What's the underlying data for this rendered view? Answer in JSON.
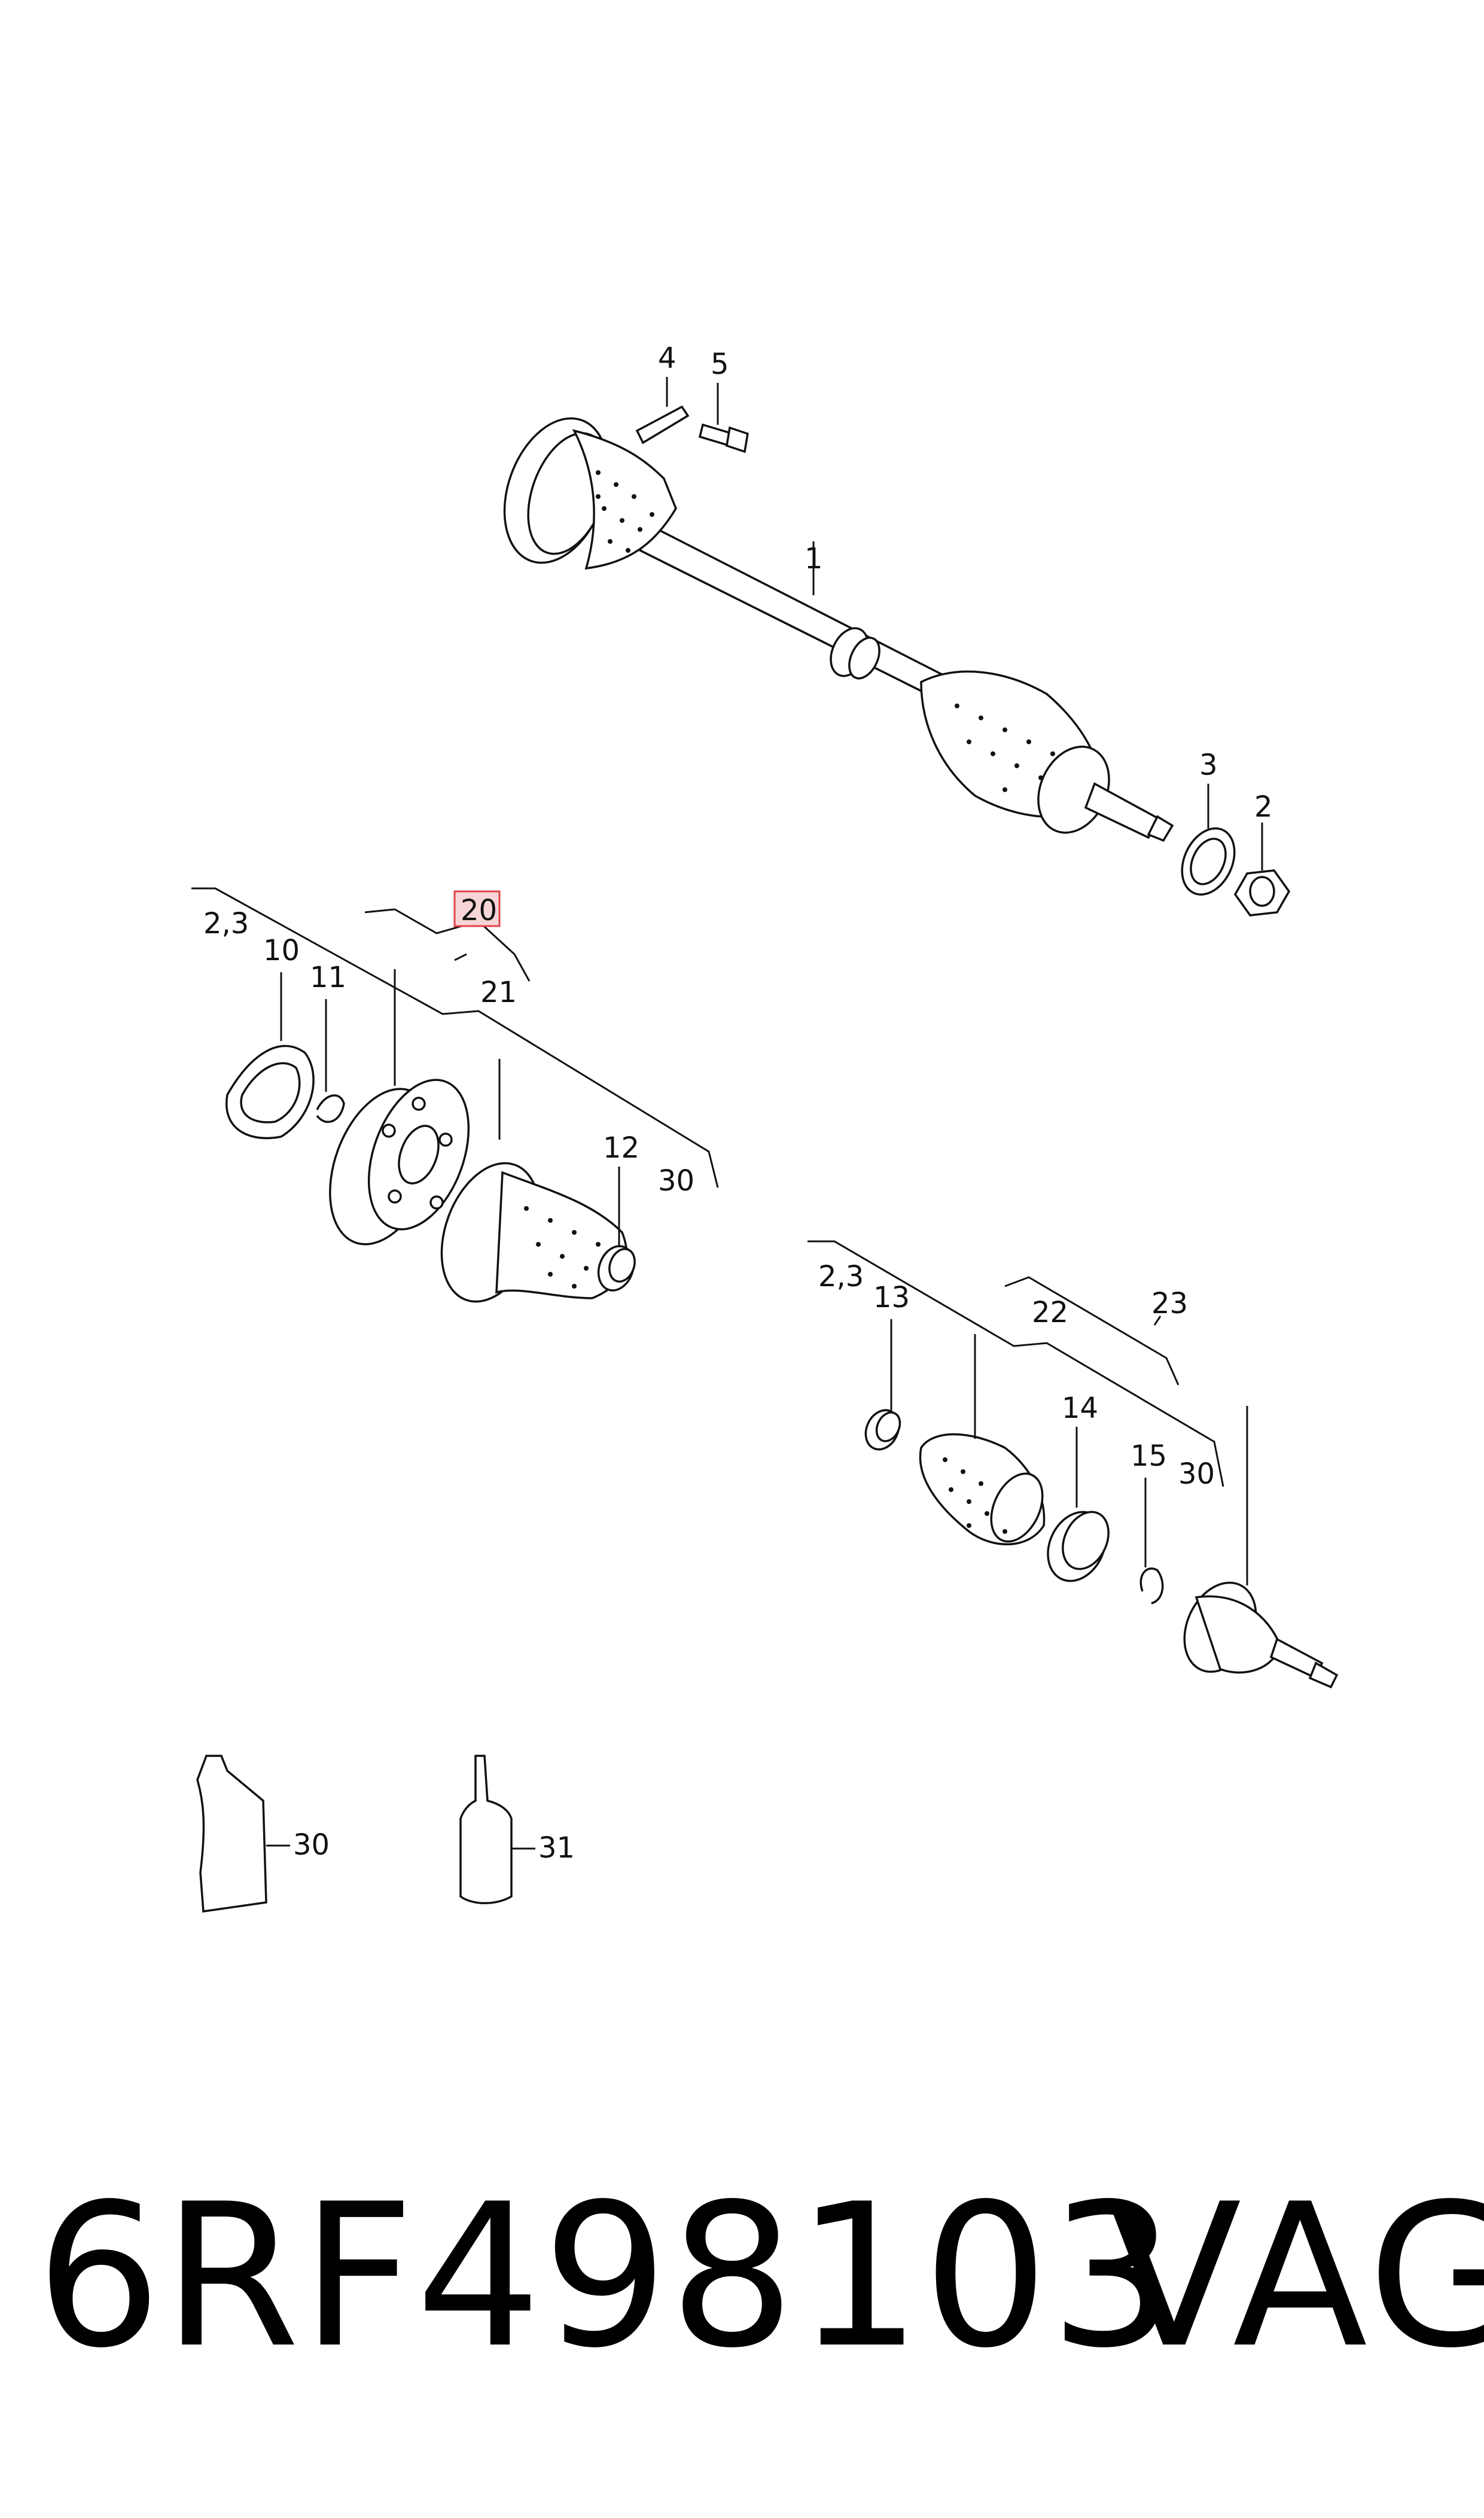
{
  "callouts": {
    "c1": "1",
    "c2": "2",
    "c3": "3",
    "c4": "4",
    "c5": "5",
    "c10": "10",
    "c11": "11",
    "c12": "12",
    "c13": "13",
    "c14": "14",
    "c15": "15",
    "c20": "20",
    "c21": "21",
    "c22": "22",
    "c23": "23",
    "c23a": "2,3",
    "c23b": "2,3",
    "c30a": "30",
    "c30b": "30",
    "c30c": "30",
    "c31": "31"
  },
  "highlight_color": "#e0454a",
  "highlight_fill": "#f7d5d6",
  "footer": {
    "part_number": "6RF498103",
    "brand": "VAG"
  }
}
